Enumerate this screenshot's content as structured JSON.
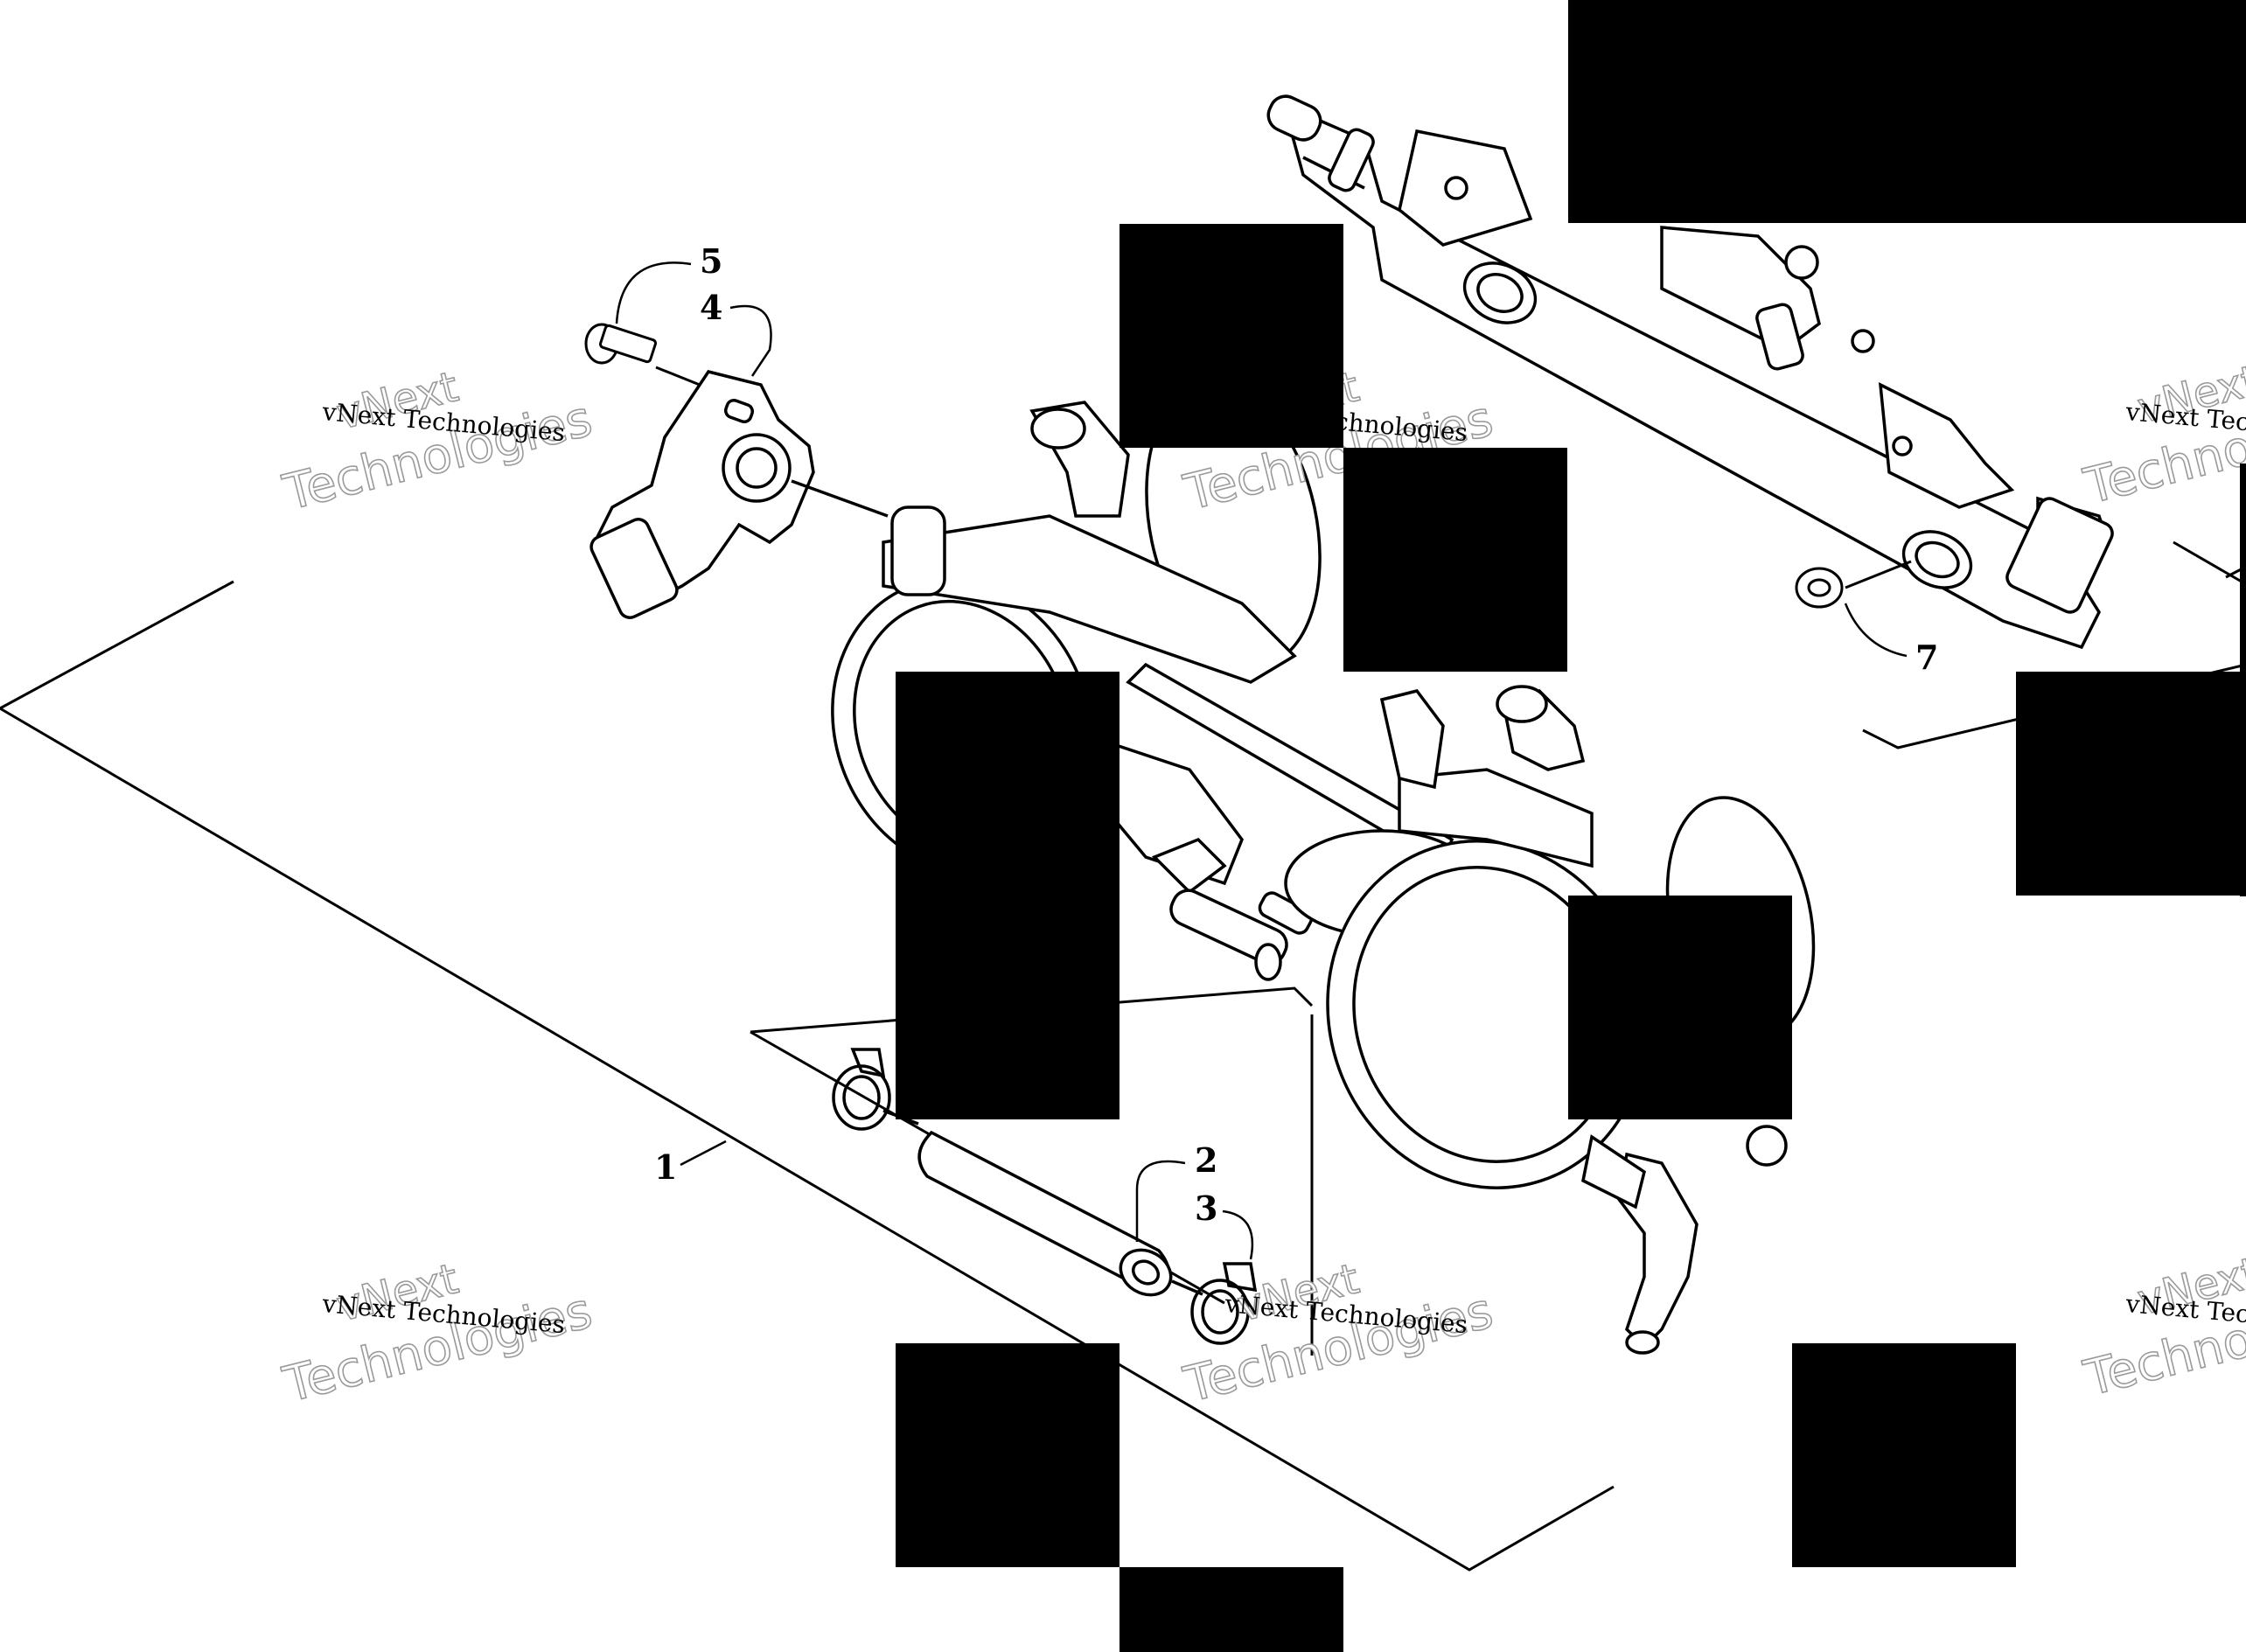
{
  "diagram": {
    "callouts": {
      "c1": "1",
      "c2": "2",
      "c3": "3",
      "c4": "4",
      "c5": "5",
      "c7": "7"
    },
    "watermark": {
      "line": "vNext Technologies",
      "big_top": "vNext",
      "big_bottom": "Technologies"
    },
    "colors": {
      "line": "#000000",
      "background": "#ffffff",
      "redaction": "#000000",
      "watermark_outline": "#9a9a9a"
    }
  }
}
